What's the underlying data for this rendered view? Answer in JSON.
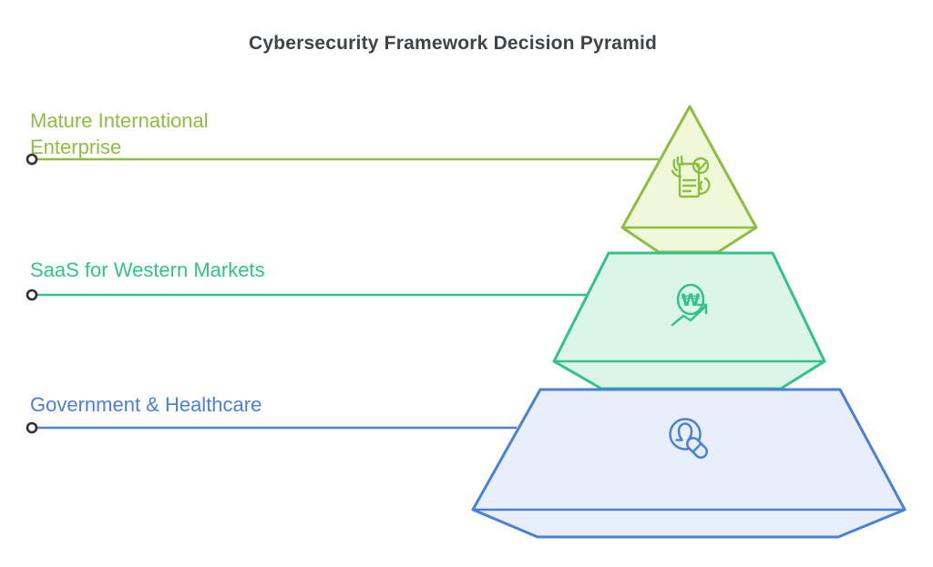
{
  "title": "Cybersecurity Framework Decision Pyramid",
  "tiers": [
    {
      "label": "Mature International Enterprise",
      "icon": "contract-check-icon",
      "accent_color": "#8dbe42",
      "fill_color": "#f0f8da"
    },
    {
      "label": "SaaS for Western Markets",
      "icon": "won-growth-icon",
      "icon_symbol": "₩",
      "accent_color": "#31c389",
      "fill_color": "#dcf5e9"
    },
    {
      "label": "Government & Healthcare",
      "icon": "bell-pill-icon",
      "accent_color": "#4a80d6",
      "fill_color": "#e8eefb"
    }
  ],
  "colors": {
    "title_text": "#3f4449",
    "dot_stroke": "#2f3133",
    "dot_fill": "#ffffff",
    "background": "#ffffff"
  }
}
